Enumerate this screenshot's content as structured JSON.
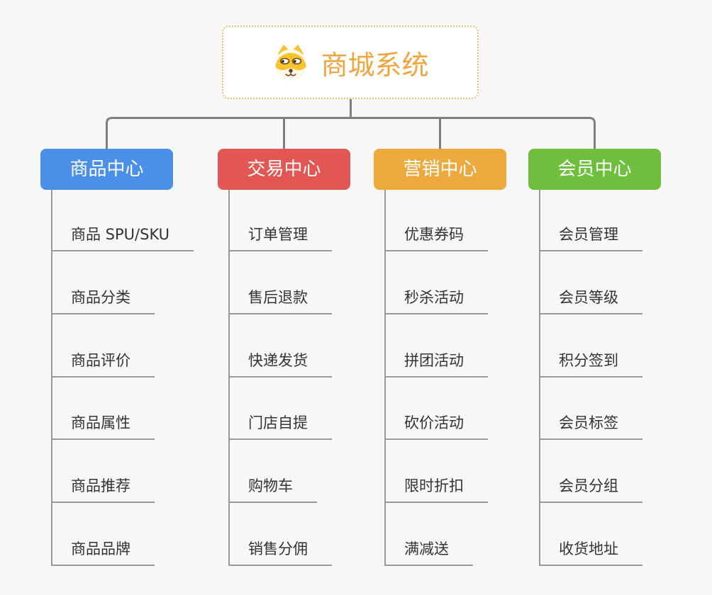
{
  "root": {
    "title": "商城系统",
    "icon": "dog-face-icon"
  },
  "branches": [
    {
      "label": "商品中心",
      "color": "#4A90E8",
      "items": [
        "商品 SPU/SKU",
        "商品分类",
        "商品评价",
        "商品属性",
        "商品推荐",
        "商品品牌"
      ]
    },
    {
      "label": "交易中心",
      "color": "#E25754",
      "items": [
        "订单管理",
        "售后退款",
        "快递发货",
        "门店自提",
        "购物车",
        "销售分佣"
      ]
    },
    {
      "label": "营销中心",
      "color": "#ECA93D",
      "items": [
        "优惠券码",
        "秒杀活动",
        "拼团活动",
        "砍价活动",
        "限时折扣",
        "满减送"
      ]
    },
    {
      "label": "会员中心",
      "color": "#6FBE3D",
      "items": [
        "会员管理",
        "会员等级",
        "积分签到",
        "会员标签",
        "会员分组",
        "收货地址"
      ]
    }
  ],
  "colors": {
    "background": "#F7F7F7",
    "connector": "#7F7F7F",
    "leaf_line": "#999999",
    "leaf_text": "#333333",
    "root_title": "#F0A640",
    "root_border": "#F2BE6B",
    "root_background": "#FFFFFF"
  }
}
